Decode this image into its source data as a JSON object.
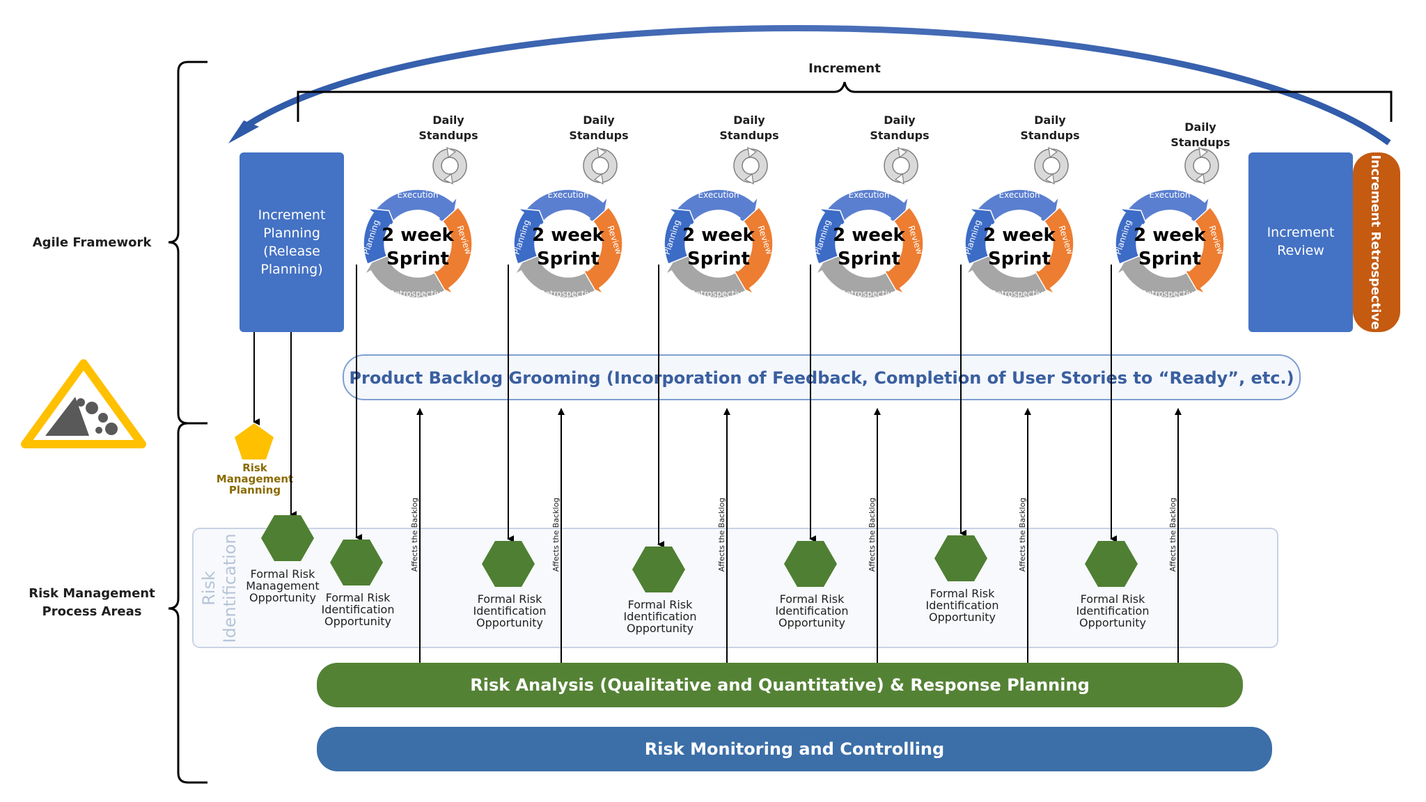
{
  "labels": {
    "agile_framework": "Agile Framework",
    "rm_process_areas": [
      "Risk Management",
      "Process Areas"
    ],
    "increment": "Increment",
    "risk_identification": [
      "Risk",
      "Identification"
    ],
    "affects_backlog": "Affects the Backlog"
  },
  "boxes": {
    "increment_planning": [
      "Increment",
      "Planning",
      "(Release",
      "Planning)"
    ],
    "increment_review": [
      "Increment",
      "Review"
    ],
    "increment_retrospective": "Increment Retrospective"
  },
  "sprint": {
    "count": 6,
    "title": [
      "2 week",
      "Sprint"
    ],
    "execution": "Execution",
    "planning": "Planning",
    "review": "Review",
    "retrospective": "Retrospective",
    "standups": [
      "Daily",
      "Standups"
    ]
  },
  "bars": {
    "backlog": "Product Backlog Grooming (Incorporation of Feedback, Completion of User Stories to “Ready”, etc.)",
    "risk_analysis": "Risk Analysis (Qualitative and Quantitative) & Response Planning",
    "monitoring": "Risk Monitoring and Controlling"
  },
  "risk_mgmt_planning": [
    "Risk",
    "Management",
    "Planning"
  ],
  "formal_mgmt": [
    "Formal Risk",
    "Management",
    "Opportunity"
  ],
  "formal_ident": [
    "Formal Risk",
    "Identification",
    "Opportunity"
  ],
  "colors": {
    "blue_box": "#4472C4",
    "orange": "#C55A11",
    "review_orange": "#ED7D31",
    "exec_blue": "#5B7FD0",
    "plan_blue": "#3D6CC7",
    "retro_gray": "#A6A6A6",
    "green": "#548235",
    "hex_green": "#4F7F33",
    "monitor_blue": "#3C6FA8",
    "gold": "#FFC000",
    "text_dark": "#1F1F1F",
    "backlog_text": "#3A5FA0"
  }
}
